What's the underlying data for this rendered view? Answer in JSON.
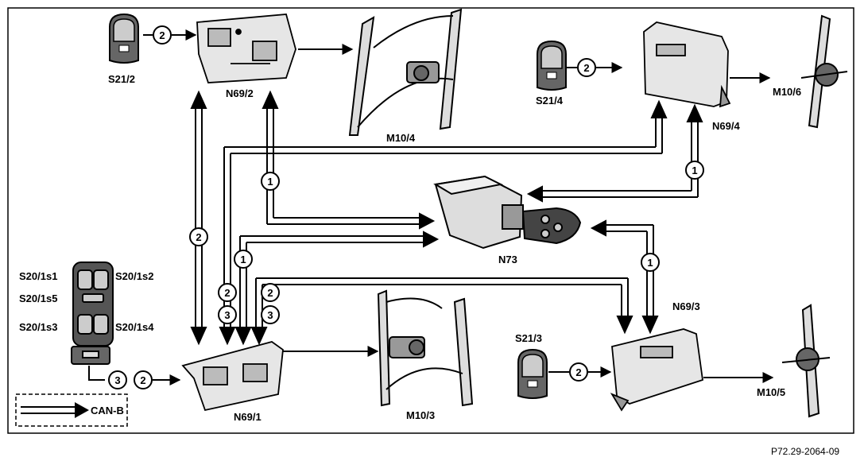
{
  "components": {
    "s21_2": "S21/2",
    "n69_2": "N69/2",
    "m10_4": "M10/4",
    "s21_4": "S21/4",
    "n69_4": "N69/4",
    "m10_6": "M10/6",
    "n73": "N73",
    "s20_1s1": "S20/1s1",
    "s20_1s2": "S20/1s2",
    "s20_1s5": "S20/1s5",
    "s20_1s3": "S20/1s3",
    "s20_1s4": "S20/1s4",
    "n69_1": "N69/1",
    "m10_3": "M10/3",
    "s21_3": "S21/3",
    "n69_3": "N69/3",
    "m10_5": "M10/5"
  },
  "markers": {
    "one": "1",
    "two": "2",
    "three": "3"
  },
  "legend": {
    "can_b": "CAN-B"
  },
  "figure_ref": "P72.29-2064-09"
}
